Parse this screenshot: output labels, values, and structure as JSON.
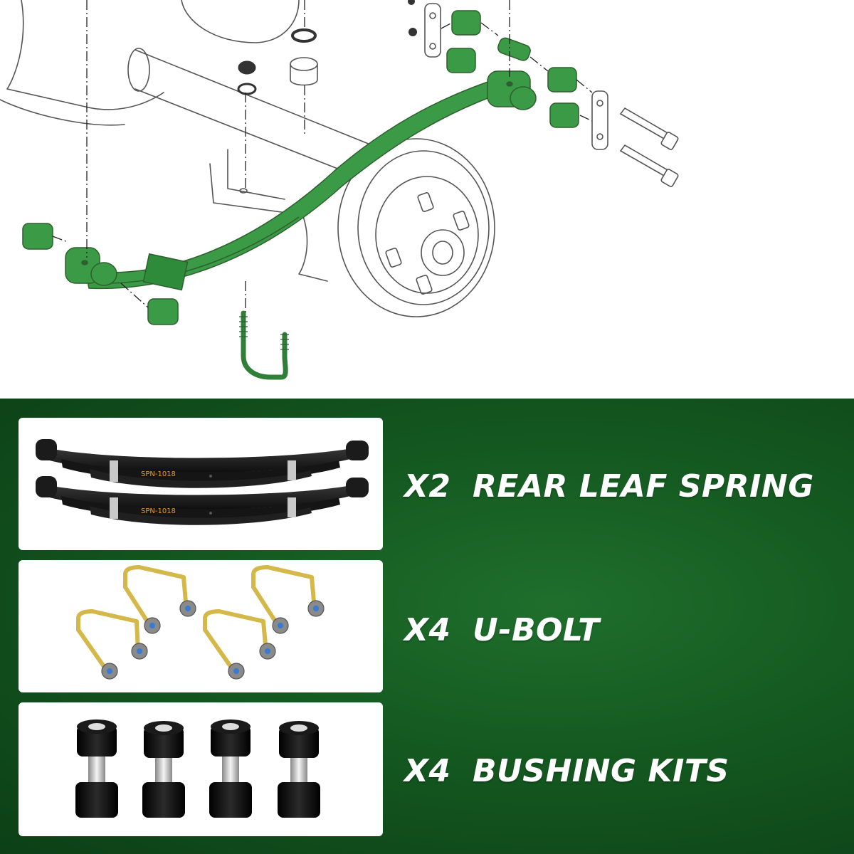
{
  "colors": {
    "accent_green": "#2e8b3a",
    "panel_green": "#145820",
    "line_gray": "#555555",
    "spring_black": "#1b1b1b",
    "ubolt_gold": "#d4b84a",
    "label_orange": "#e89a2a"
  },
  "diagram": {
    "icons": [
      "axle-drawing",
      "brake-drum",
      "leaf-spring",
      "u-bolt",
      "bushing",
      "shackle-plate",
      "bolt",
      "nut",
      "washer"
    ]
  },
  "parts": [
    {
      "qty": "X2",
      "name": "REAR LEAF SPRING",
      "stamp": "SPN-1018",
      "icon": "leaf-spring-icon"
    },
    {
      "qty": "X4",
      "name": "U-BOLT",
      "icon": "u-bolt-icon"
    },
    {
      "qty": "X4",
      "name": "BUSHING KITS",
      "icon": "bushing-icon"
    }
  ]
}
